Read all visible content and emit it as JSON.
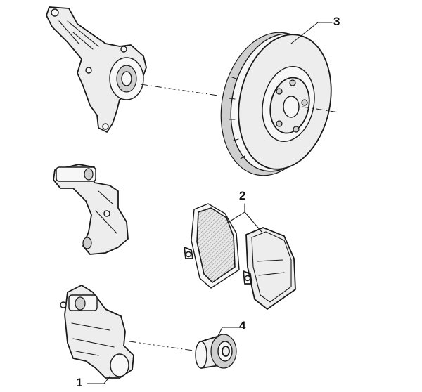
{
  "callouts": {
    "caliper": "1",
    "pads": "2",
    "disc": "3",
    "guide_bushing": "4"
  },
  "colors": {
    "ink": "#1a1a1a",
    "fill": "#ededed",
    "background": "#ffffff"
  }
}
